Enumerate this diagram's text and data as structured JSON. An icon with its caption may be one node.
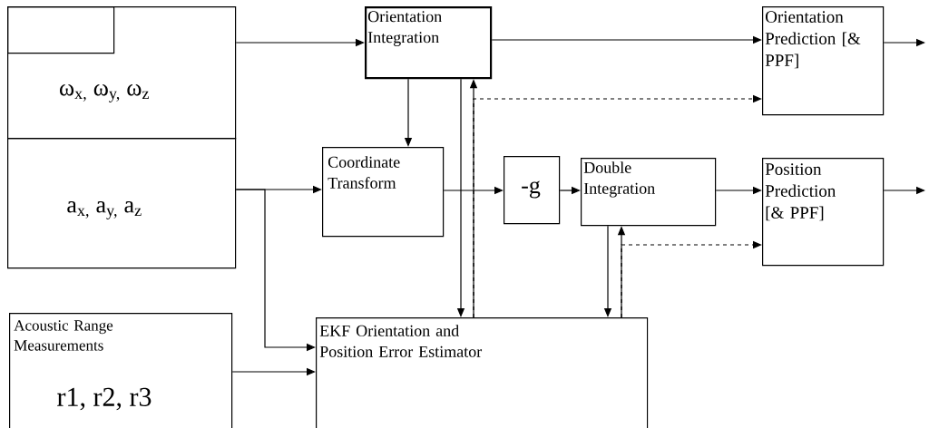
{
  "diagram": {
    "nodes": [
      {
        "text": [
          "ω$_{x,}$ ω$_{y,}$ ω$_{z}$"
        ]
      },
      {
        "text": [],
        "shape": "box",
        "in": 0
      },
      {
        "text": [
          "a$_{x,}$ a$_{y,}$ a$_{z}$"
        ]
      },
      {
        "text": [
          "Orientation Integration"
        ]
      },
      {
        "text": [
          "Orientation Prediction [& PPF]"
        ]
      },
      {
        "text": [
          "Coordinate Transform"
        ]
      },
      {
        "text": [
          "-g"
        ]
      },
      {
        "text": [
          "Double Integration"
        ]
      },
      {
        "text": [
          "Position Prediction [& PPF]"
        ]
      },
      {
        "text": [
          "Acoustic Range Measurements",
          "r1, r2, r3"
        ]
      },
      {
        "text": [
          "EKF Orientation and Position Error Estimator"
        ]
      }
    ],
    "edges": [
      {
        "from": 0,
        "to": 3,
        "arrow": "to"
      },
      {
        "from": 3,
        "to": 4,
        "arrow": "to"
      },
      {
        "from": 4,
        "to": null,
        "arrow": "to"
      },
      {
        "from": 3,
        "to": 5,
        "arrow": "to"
      },
      {
        "from": 2,
        "to": 5,
        "arrow": "to"
      },
      {
        "from": 2,
        "to": 10,
        "arrow": "to"
      },
      {
        "from": 5,
        "to": 6,
        "arrow": "to"
      },
      {
        "from": 6,
        "to": 7,
        "arrow": "to"
      },
      {
        "from": 7,
        "to": 8,
        "arrow": "to"
      },
      {
        "from": 8,
        "to": null,
        "arrow": "to"
      },
      {
        "from": 3,
        "to": 10,
        "arrow": "to"
      },
      {
        "from": 10,
        "to": 3,
        "arrow": "to"
      },
      {
        "from": 10,
        "to": 4,
        "arrow": "to",
        "style": "dashed"
      },
      {
        "from": 7,
        "to": 10,
        "arrow": "to"
      },
      {
        "from": 10,
        "to": 7,
        "arrow": "to"
      },
      {
        "from": 10,
        "to": 8,
        "arrow": "to",
        "style": "dashed"
      },
      {
        "from": 9,
        "to": 10,
        "arrow": "to"
      }
    ]
  }
}
